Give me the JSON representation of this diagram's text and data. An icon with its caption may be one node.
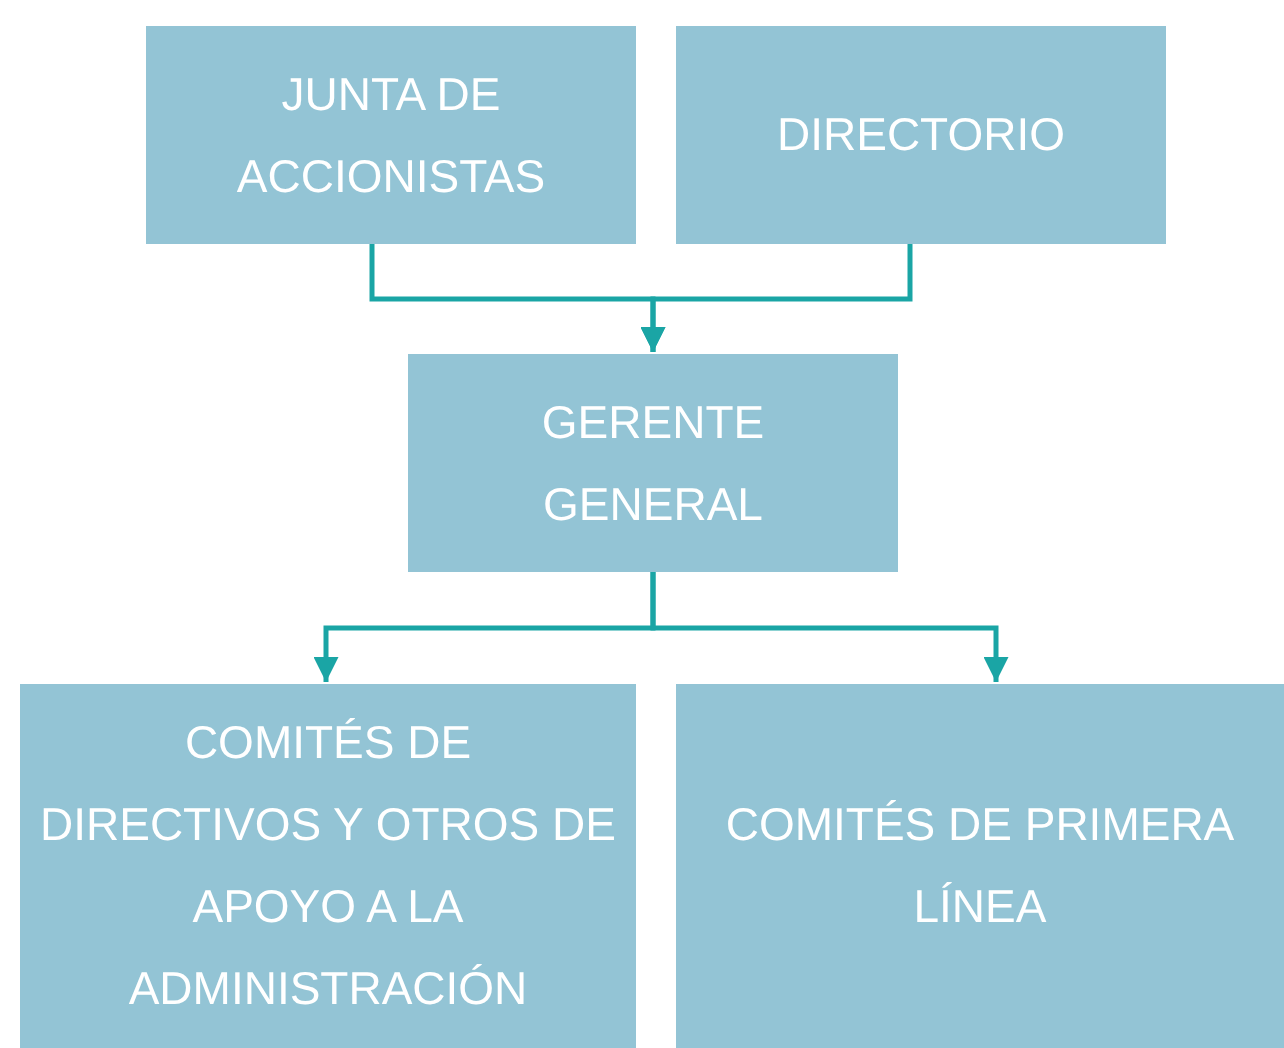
{
  "diagram": {
    "nodes": [
      {
        "text": [
          "JUNTA DE ACCIONISTAS"
        ]
      },
      {
        "text": [
          "DIRECTORIO"
        ]
      },
      {
        "text": [
          "GERENTE GENERAL"
        ]
      },
      {
        "text": [
          "COMITÉS DE DIRECTIVOS Y OTROS DE APOYO A LA ADMINISTRACIÓN"
        ]
      },
      {
        "text": [
          "COMITÉS DE PRIMERA LÍNEA"
        ]
      }
    ],
    "edges": [
      {
        "from": 0,
        "to": 2,
        "arrow": "to"
      },
      {
        "from": 1,
        "to": 2,
        "arrow": "to"
      },
      {
        "from": 2,
        "to": 3,
        "arrow": "to"
      },
      {
        "from": 2,
        "to": 4,
        "arrow": "to"
      }
    ]
  }
}
